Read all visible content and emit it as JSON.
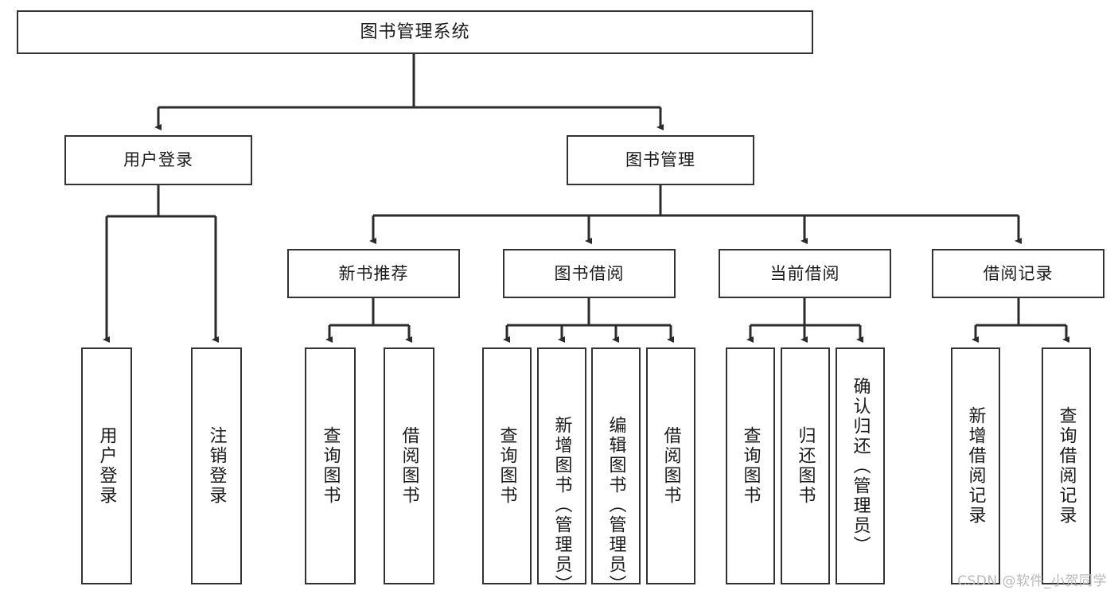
{
  "diagram": {
    "title": "图书管理系统",
    "type": "tree-hierarchy-chart",
    "watermark": "CSDN @软件_小贺同学",
    "colors": {
      "box_border": "#333333",
      "box_fill": "#ffffff",
      "edge": "#2b2b2b",
      "text": "#1a1a1a",
      "watermark": "#b9b9b9",
      "background": "#ffffff"
    },
    "root": {
      "label": "图书管理系统"
    },
    "level2": [
      {
        "label": "用户登录"
      },
      {
        "label": "图书管理"
      }
    ],
    "level3": [
      {
        "label": "新书推荐"
      },
      {
        "label": "图书借阅"
      },
      {
        "label": "当前借阅"
      },
      {
        "label": "借阅记录"
      }
    ],
    "leaves": {
      "user_login": [
        {
          "label": "用户登录"
        },
        {
          "label": "注销登录"
        }
      ],
      "new_book_recommend": [
        {
          "label": "查询图书"
        },
        {
          "label": "借阅图书"
        }
      ],
      "book_borrow": [
        {
          "label": "查询图书"
        },
        {
          "label": "新增图书（管理员）"
        },
        {
          "label": "编辑图书（管理员）"
        },
        {
          "label": "借阅图书"
        }
      ],
      "current_borrow": [
        {
          "label": "查询图书"
        },
        {
          "label": "归还图书"
        },
        {
          "label": "确认归还（管理员）"
        }
      ],
      "borrow_record": [
        {
          "label": "新增借阅记录"
        },
        {
          "label": "查询借阅记录"
        }
      ]
    }
  }
}
